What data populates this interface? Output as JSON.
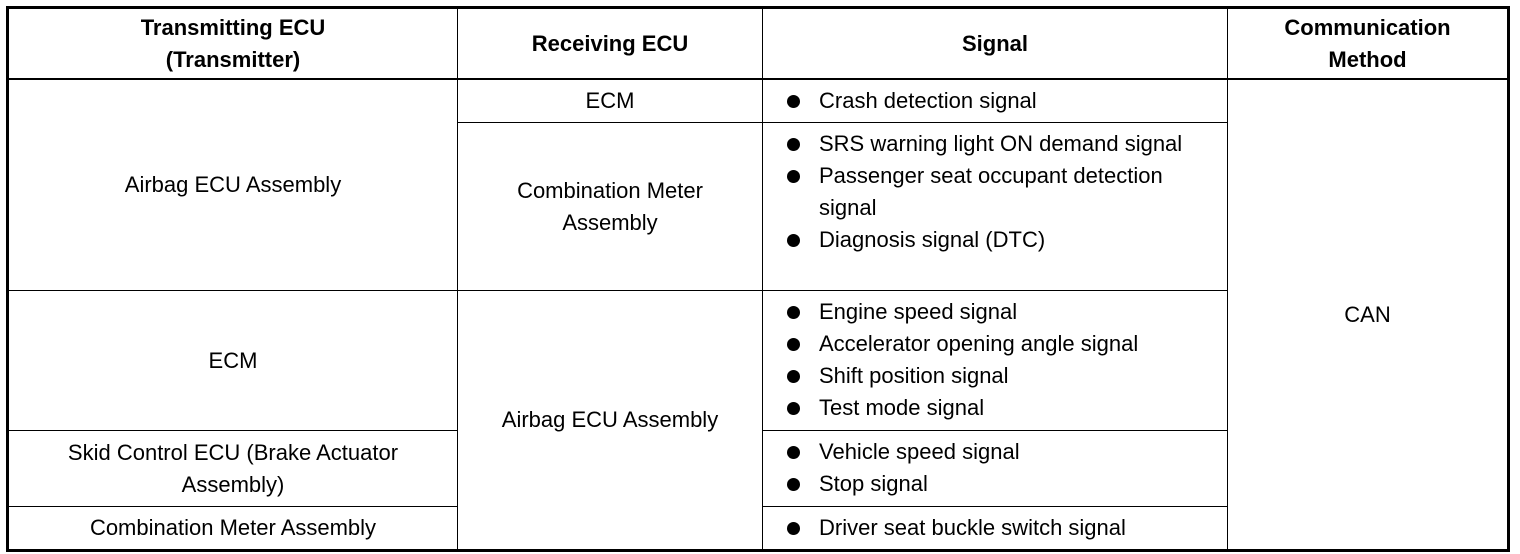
{
  "headers": {
    "transmitting_line1": "Transmitting ECU",
    "transmitting_line2": "(Transmitter)",
    "receiving": "Receiving ECU",
    "signal": "Signal",
    "method_line1": "Communication",
    "method_line2": "Method"
  },
  "rows": {
    "airbag_tx": "Airbag ECU Assembly",
    "ecm_rx": "ECM",
    "ecm_signals": [
      "Crash detection signal"
    ],
    "combo_rx_line1": "Combination Meter",
    "combo_rx_line2": "Assembly",
    "combo_signals": [
      "SRS warning light ON demand signal",
      "Passenger seat occupant detection signal",
      "Diagnosis signal (DTC)"
    ],
    "ecm_tx": "ECM",
    "airbag_rx": "Airbag ECU Assembly",
    "ecm_tx_signals": [
      "Engine speed signal",
      "Accelerator opening angle signal",
      "Shift position signal",
      "Test mode signal"
    ],
    "skid_tx": "Skid Control ECU (Brake Actuator Assembly)",
    "skid_signals": [
      "Vehicle speed signal",
      "Stop signal"
    ],
    "combo_tx": "Combination Meter Assembly",
    "combo_tx_signals": [
      "Driver seat buckle switch signal"
    ],
    "method": "CAN"
  }
}
